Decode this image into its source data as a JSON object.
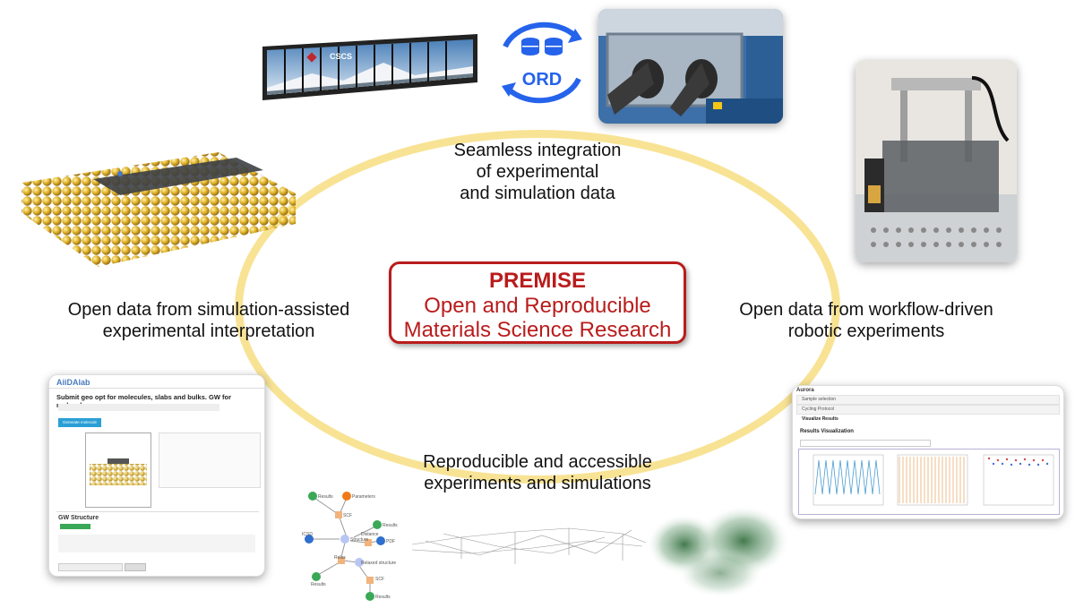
{
  "center": {
    "title": "PREMISE",
    "line1": "Open and Reproducible",
    "line2": "Materials Science Research"
  },
  "captions": {
    "top": [
      "Seamless integration",
      "of experimental",
      "and simulation data"
    ],
    "left": [
      "Open data from simulation-assisted",
      "experimental interpretation"
    ],
    "right": [
      "Open data from workflow-driven",
      "robotic experiments"
    ],
    "bottom": [
      "Reproducible and accessible",
      "experiments and simulations"
    ]
  },
  "ord_label": "ORD",
  "cscs_label": "CSCS",
  "aiidalab": {
    "logo": "AiiDAlab",
    "heading": "Submit geo opt for molecules, slabs and bulks. GW for molecules",
    "button": "Generate molecule",
    "section": "GW Structure"
  },
  "aurora": {
    "app": "Aurora",
    "items": [
      "Sample selection",
      "Cycling Protocol",
      "Visualize Results"
    ],
    "heading": "Results Visualization"
  },
  "graph_nodes": [
    "Results",
    "Parameters",
    "SCF",
    "Results",
    "ICSD",
    "Structure",
    "Distance",
    "PDF",
    "Relax",
    "Relaxed structure",
    "Results",
    "SCF",
    "Results"
  ],
  "colors": {
    "accent": "#b91c1c",
    "ring": "#f7e08a",
    "ord_blue": "#2563eb"
  }
}
